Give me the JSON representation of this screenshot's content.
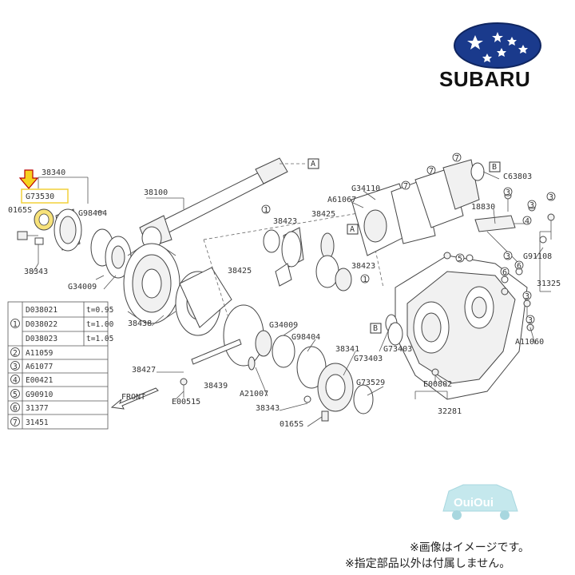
{
  "brand": {
    "name": "SUBARU"
  },
  "refs": {
    "a": "A",
    "b": "B"
  },
  "labels": {
    "p38340": "38340",
    "g73530": "G73530",
    "p0165s": "0165S",
    "p38343": "38343",
    "g98404": "G98404",
    "g34009": "G34009",
    "p38100": "38100",
    "p38438": "38438",
    "p38423": "38423",
    "p38425": "38425",
    "a61067": "A61067",
    "g34110": "G34110",
    "c63803": "C63803",
    "p18830": "18830",
    "g91108": "G91108",
    "p31325": "31325",
    "a11060": "A11060",
    "p38341": "38341",
    "g73403": "G73403",
    "p38427": "38427",
    "p38439": "38439",
    "a21007": "A21007",
    "g73529": "G73529",
    "e00802": "E00802",
    "e00515": "E00515",
    "p32281": "32281",
    "front": "FRONT"
  },
  "table": {
    "rows": [
      {
        "part": "D038021",
        "spec": "t=0.95"
      },
      {
        "part": "D038022",
        "spec": "t=1.00"
      },
      {
        "part": "D038023",
        "spec": "t=1.05"
      },
      {
        "part": "A11059"
      },
      {
        "part": "A61077"
      },
      {
        "part": "E00421"
      },
      {
        "part": "G90910"
      },
      {
        "part": "31377"
      },
      {
        "part": "31451"
      }
    ]
  },
  "watermark": {
    "text": "OuiOui"
  },
  "notes": [
    "※画像はイメージです。",
    "※指定部品以外は付属しません。"
  ],
  "colors": {
    "highlight_yellow": "#f6d21f",
    "logo_blue": "#1a3a8c"
  }
}
